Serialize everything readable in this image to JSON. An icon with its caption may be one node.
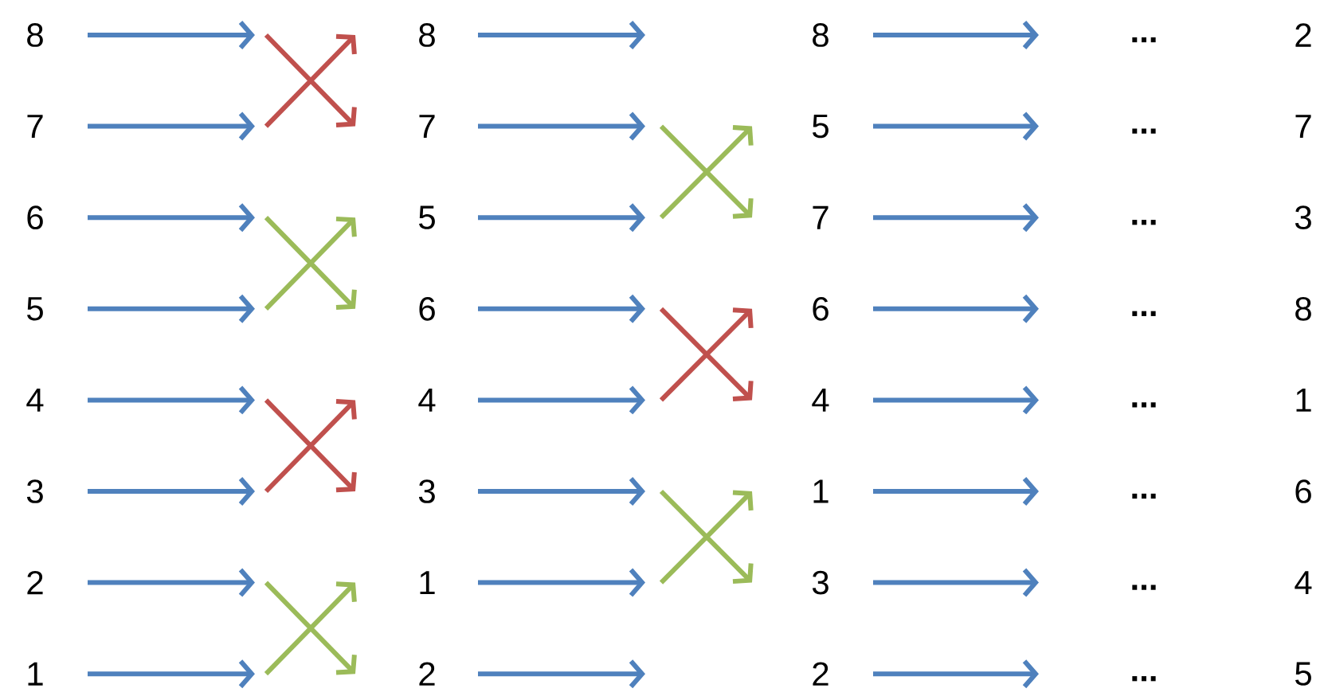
{
  "diagram": {
    "nodes": [
      {
        "text": [
          "8"
        ]
      },
      {
        "text": [
          "7"
        ]
      },
      {
        "text": [
          "6"
        ]
      },
      {
        "text": [
          "5"
        ]
      },
      {
        "text": [
          "4"
        ]
      },
      {
        "text": [
          "3"
        ]
      },
      {
        "text": [
          "2"
        ]
      },
      {
        "text": [
          "1"
        ]
      },
      {
        "text": [
          "8"
        ]
      },
      {
        "text": [
          "7"
        ]
      },
      {
        "text": [
          "5"
        ]
      },
      {
        "text": [
          "6"
        ]
      },
      {
        "text": [
          "4"
        ]
      },
      {
        "text": [
          "3"
        ]
      },
      {
        "text": [
          "1"
        ]
      },
      {
        "text": [
          "2"
        ]
      },
      {
        "text": [
          "8"
        ]
      },
      {
        "text": [
          "5"
        ]
      },
      {
        "text": [
          "7"
        ]
      },
      {
        "text": [
          "6"
        ]
      },
      {
        "text": [
          "4"
        ]
      },
      {
        "text": [
          "1"
        ]
      },
      {
        "text": [
          "3"
        ]
      },
      {
        "text": [
          "2"
        ]
      },
      {
        "text": [
          "2"
        ]
      },
      {
        "text": [
          "7"
        ]
      },
      {
        "text": [
          "3"
        ]
      },
      {
        "text": [
          "8"
        ]
      },
      {
        "text": [
          "1"
        ]
      },
      {
        "text": [
          "6"
        ]
      },
      {
        "text": [
          "4"
        ]
      },
      {
        "text": [
          "5"
        ]
      }
    ],
    "edges": [
      {
        "from": 0,
        "to": null,
        "arrow": "to"
      },
      {
        "from": 1,
        "to": null,
        "arrow": "to"
      },
      {
        "from": 2,
        "to": null,
        "arrow": "to"
      },
      {
        "from": 3,
        "to": null,
        "arrow": "to"
      },
      {
        "from": 4,
        "to": null,
        "arrow": "to"
      },
      {
        "from": 5,
        "to": null,
        "arrow": "to"
      },
      {
        "from": 6,
        "to": null,
        "arrow": "to"
      },
      {
        "from": 7,
        "to": null,
        "arrow": "to"
      },
      {
        "from": 8,
        "to": null,
        "arrow": "to"
      },
      {
        "from": 9,
        "to": null,
        "arrow": "to"
      },
      {
        "from": 10,
        "to": null,
        "arrow": "to"
      },
      {
        "from": 11,
        "to": null,
        "arrow": "to"
      },
      {
        "from": 12,
        "to": null,
        "arrow": "to"
      },
      {
        "from": 13,
        "to": null,
        "arrow": "to"
      },
      {
        "from": 14,
        "to": null,
        "arrow": "to"
      },
      {
        "from": 15,
        "to": null,
        "arrow": "to"
      },
      {
        "from": 16,
        "to": null,
        "arrow": "to"
      },
      {
        "from": 17,
        "to": null,
        "arrow": "to"
      },
      {
        "from": 18,
        "to": null,
        "arrow": "to"
      },
      {
        "from": 19,
        "to": null,
        "arrow": "to"
      },
      {
        "from": 20,
        "to": null,
        "arrow": "to"
      },
      {
        "from": 21,
        "to": null,
        "arrow": "to"
      },
      {
        "from": 22,
        "to": null,
        "arrow": "to"
      },
      {
        "from": 23,
        "to": null,
        "arrow": "to"
      }
    ],
    "labels": [
      "...",
      "...",
      "...",
      "...",
      "...",
      "...",
      "...",
      "..."
    ]
  }
}
